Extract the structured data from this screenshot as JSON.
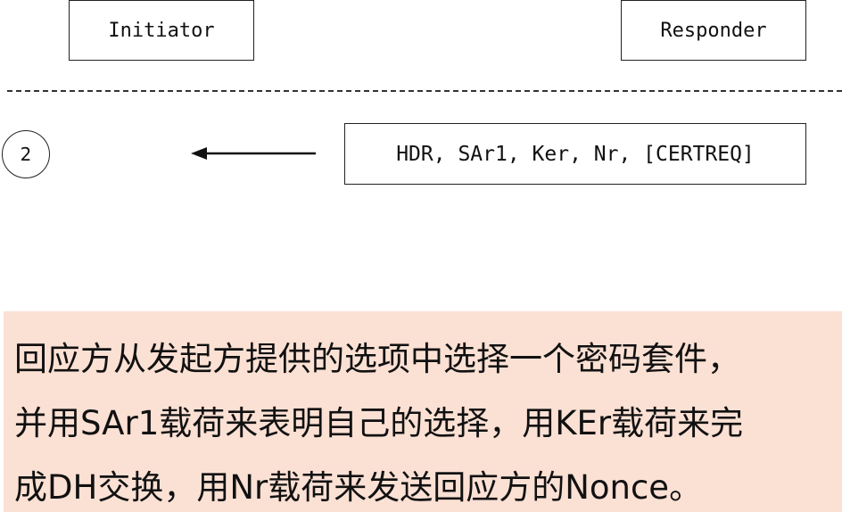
{
  "parties": {
    "initiator": "Initiator",
    "responder": "Responder"
  },
  "step": {
    "number": "2",
    "direction": "responder-to-initiator",
    "message": "HDR, SAr1, Ker, Nr, [CERTREQ]"
  },
  "note": {
    "lines": [
      "回应方从发起方提供的选项中选择一个密码套件，",
      "并用SAr1载荷来表明自己的选择，用KEr载荷来完",
      "成DH交换，用Nr载荷来发送回应方的Nonce。"
    ],
    "background_color": "#fbe0d4"
  },
  "colors": {
    "line": "#222222",
    "text": "#111111"
  }
}
